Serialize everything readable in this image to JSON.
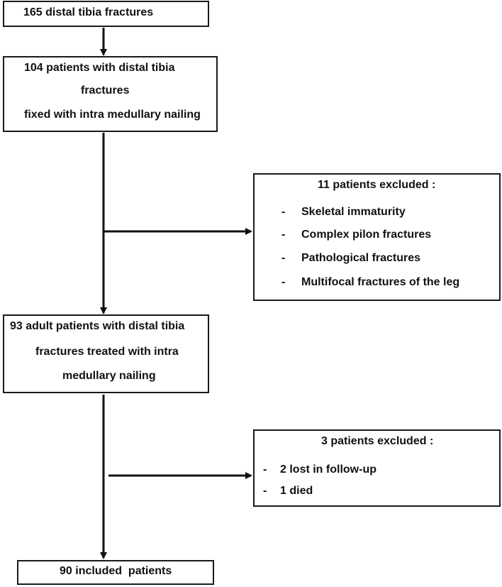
{
  "box_start": {
    "text": "165 distal tibia fractures"
  },
  "box_nailing": {
    "line1": "104 patients with distal tibia",
    "line2": "fractures",
    "line3": "fixed with intra medullary nailing"
  },
  "box_excluded1": {
    "title": "11 patients excluded :",
    "items": [
      "Skeletal immaturity",
      "Complex pilon fractures",
      "Pathological fractures",
      "Multifocal fractures of the leg"
    ]
  },
  "box_adult": {
    "line1": "93 adult patients with distal tibia",
    "line2": "fractures treated with intra",
    "line3": "medullary nailing"
  },
  "box_excluded2": {
    "title": "3 patients excluded :",
    "items": [
      "2 lost in follow-up",
      "1 died"
    ]
  },
  "box_final": {
    "text": "90 included  patients"
  },
  "bullet": "-"
}
